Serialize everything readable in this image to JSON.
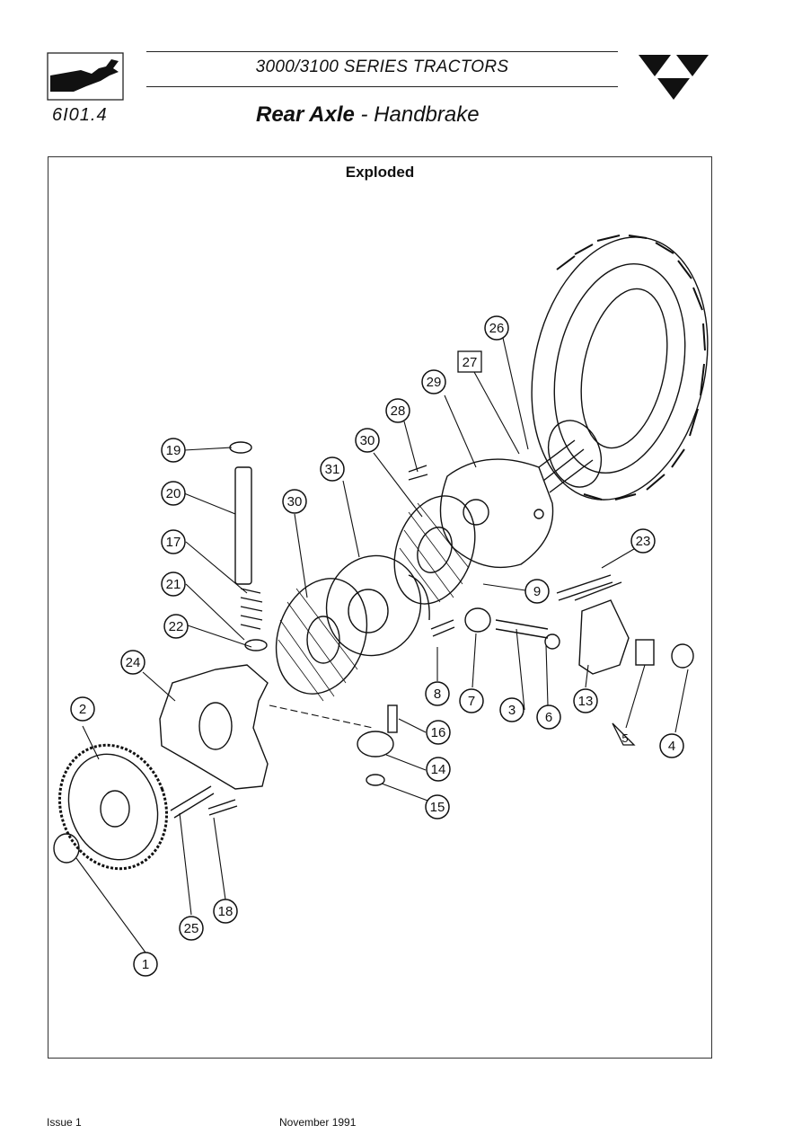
{
  "header": {
    "series": "3000/3100 SERIES TRACTORS",
    "page_ref": "6I01.4",
    "title_bold": "Rear Axle",
    "title_rest": " - Handbrake"
  },
  "diagram": {
    "title": "Exploded",
    "callouts": [
      "1",
      "2",
      "3",
      "4",
      "5",
      "6",
      "7",
      "8",
      "9",
      "13",
      "14",
      "15",
      "16",
      "17",
      "18",
      "19",
      "20",
      "21",
      "22",
      "23",
      "24",
      "25",
      "26",
      "27",
      "28",
      "29",
      "30",
      "30",
      "31"
    ]
  },
  "footer": {
    "issue": "Issue 1",
    "date": "November  1991"
  }
}
